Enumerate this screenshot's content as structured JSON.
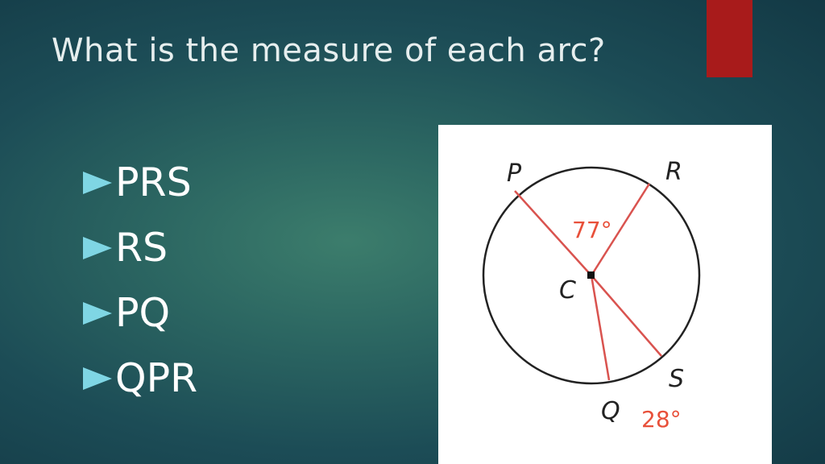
{
  "slide": {
    "title": "What is the measure of each arc?",
    "accent_color": "#a81b1b",
    "bullet_color": "#7fd6e4"
  },
  "bullets": [
    "PRS",
    "RS",
    "PQ",
    "QPR"
  ],
  "figure": {
    "points": {
      "p": "P",
      "r": "R",
      "s": "S",
      "q": "Q",
      "center": "C"
    },
    "angles": {
      "angle_pcr": "77°",
      "angle_qcs": "28°"
    },
    "angle_color": "#e8503a",
    "line_color": "#d9534f"
  }
}
